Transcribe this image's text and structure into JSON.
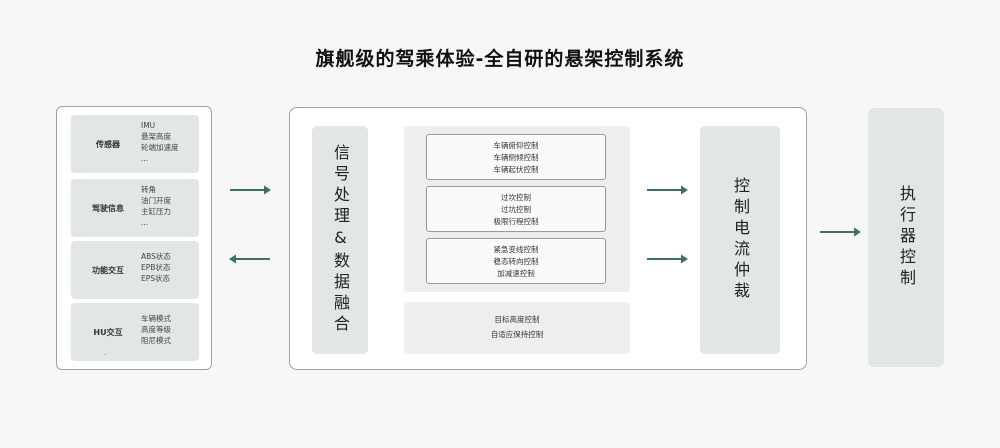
{
  "title": "旗舰级的驾乘体验-全自研的悬架控制系统",
  "colors": {
    "arrow": "#3f6f66",
    "box_fill": "#e2e6e4",
    "border": "#9aa5a0"
  },
  "left_groups": [
    {
      "label": "传感器",
      "items": [
        "IMU",
        "悬架高度",
        "轮端加速度",
        "..."
      ]
    },
    {
      "label": "驾驶信息",
      "items": [
        "转角",
        "油门开度",
        "主缸压力",
        "..."
      ]
    },
    {
      "label": "功能交互",
      "items": [
        "ABS状态",
        "EPB状态",
        "EPS状态"
      ]
    },
    {
      "label": "HU交互",
      "items": [
        "车辆模式",
        "高度等级",
        "阻尼模式"
      ],
      "note": "."
    }
  ],
  "signal_box": "信号处理&数据融合",
  "control_groups": [
    [
      "车辆俯仰控制",
      "车辆侧倾控制",
      "车辆起伏控制"
    ],
    [
      "过坎控制",
      "过坑控制",
      "极限行程控制"
    ],
    [
      "紧急变线控制",
      "稳态转向控制",
      "加减速控制"
    ]
  ],
  "bottom_items": [
    "目标高度控制",
    "自适应保持控制"
  ],
  "arbitration": "控制电流仲裁",
  "execution": "执行器控制"
}
